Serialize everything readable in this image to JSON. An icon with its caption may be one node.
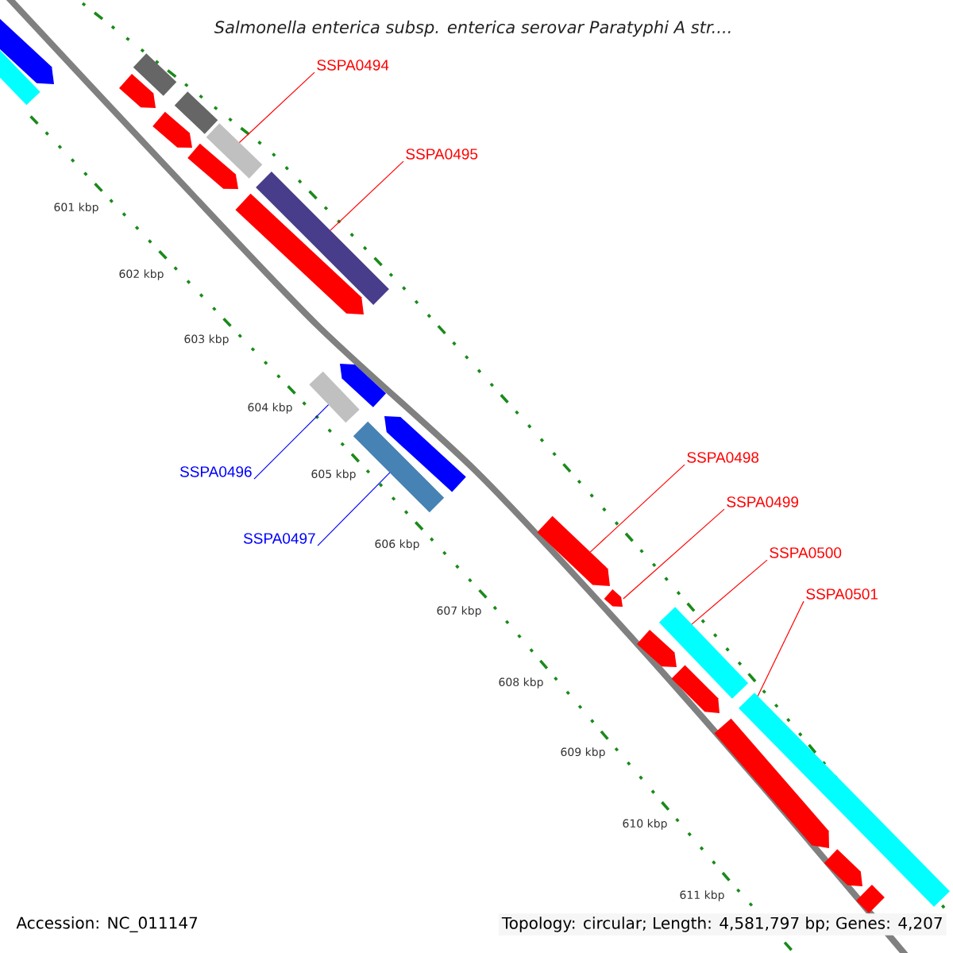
{
  "diagram": {
    "title": "Salmonella enterica subsp. enterica serovar Paratyphi A str....",
    "nodes": [
      {
        "text": [
          "SSPA0494"
        ]
      },
      {
        "text": [
          "SSPA0495"
        ]
      },
      {
        "text": [
          "SSPA0496"
        ]
      },
      {
        "text": [
          "SSPA0497"
        ]
      },
      {
        "text": [
          "SSPA0498"
        ]
      },
      {
        "text": [
          "SSPA0499"
        ]
      },
      {
        "text": [
          "SSPA0500"
        ]
      },
      {
        "text": [
          "SSPA0501"
        ]
      },
      {
        "text": [],
        "shape": "bar"
      },
      {
        "text": [],
        "shape": "bar"
      },
      {
        "text": [],
        "shape": "bar"
      },
      {
        "text": [],
        "shape": "bar"
      },
      {
        "text": [],
        "shape": "bar"
      },
      {
        "text": [],
        "shape": "bar"
      },
      {
        "text": [],
        "shape": "bar"
      },
      {
        "text": [],
        "shape": "bar"
      },
      {
        "text": [],
        "shape": "bar"
      },
      {
        "text": [],
        "shape": "bar"
      },
      {
        "text": [],
        "shape": "bar"
      },
      {
        "text": [],
        "shape": "bar"
      },
      {
        "text": [],
        "shape": "bar"
      },
      {
        "text": [],
        "shape": "bar"
      },
      {
        "text": [],
        "shape": "bar"
      },
      {
        "text": [],
        "shape": "bar"
      },
      {
        "text": [],
        "shape": "bar"
      },
      {
        "text": [],
        "shape": "bar"
      },
      {
        "text": [],
        "shape": "bar"
      },
      {
        "text": [],
        "shape": "bar"
      },
      {
        "text": [],
        "shape": "bar"
      },
      {
        "text": [],
        "shape": "bar"
      },
      {
        "text": [],
        "shape": "bar"
      }
    ],
    "edges": [
      {
        "from": 0,
        "to": 14,
        "arrow": "none"
      },
      {
        "from": 1,
        "to": 16,
        "arrow": "none"
      },
      {
        "from": 2,
        "to": 18,
        "arrow": "none",
        "color": "#0000ff"
      },
      {
        "from": 3,
        "to": 20,
        "arrow": "none",
        "color": "#0000ff"
      },
      {
        "from": 4,
        "to": 22,
        "arrow": "none"
      },
      {
        "from": 5,
        "to": 23,
        "arrow": "none"
      },
      {
        "from": 6,
        "to": 25,
        "arrow": "none"
      },
      {
        "from": 7,
        "to": 27,
        "arrow": "none"
      }
    ],
    "labels": [
      "601 kbp",
      "602 kbp",
      "603 kbp",
      "604 kbp",
      "605 kbp",
      "606 kbp",
      "607 kbp",
      "608 kbp",
      "609 kbp",
      "610 kbp",
      "611 kbp",
      "Accession: NC_011147",
      "Topology: circular; Length: 4,581,797 bp; Genes: 4,207"
    ]
  }
}
